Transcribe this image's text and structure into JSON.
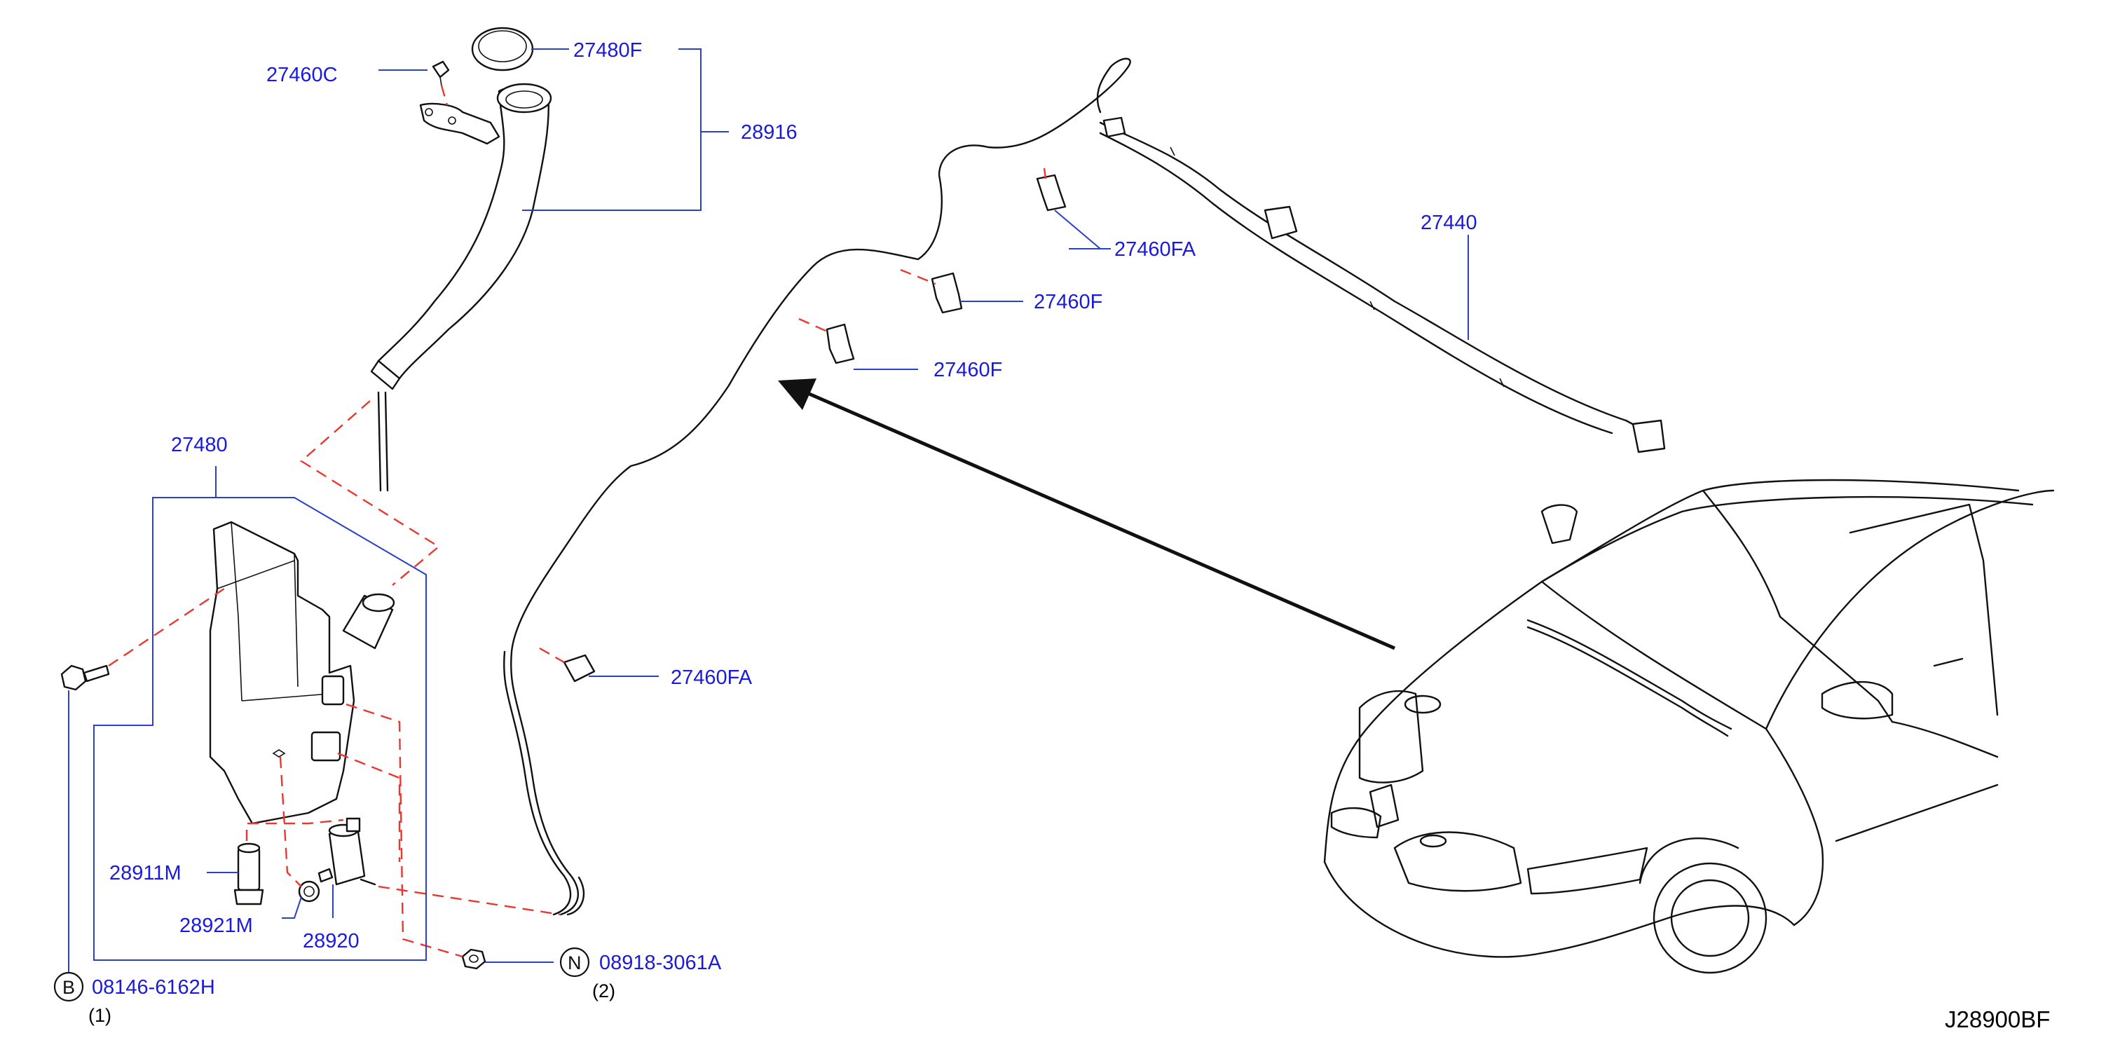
{
  "labels": {
    "p27460C": "27460C",
    "p27480F": "27480F",
    "p28916": "28916",
    "p27480": "27480",
    "p28911M": "28911M",
    "p28921M": "28921M",
    "p28920": "28920",
    "p27440": "27440",
    "p27460FA_top": "27460FA",
    "p27460F_a": "27460F",
    "p27460F_b": "27460F",
    "p27460FA_low": "27460FA"
  },
  "fasteners": {
    "bolt": {
      "symbol": "B",
      "part_no": "08146-6162H",
      "qty": "(1)"
    },
    "nut": {
      "symbol": "N",
      "part_no": "08918-3061A",
      "qty": "(2)"
    }
  },
  "diagram_code": "J28900BF",
  "colors": {
    "label": "#1a1adc",
    "leader": "#2b3fc8",
    "dashed_link": "#e8382f",
    "outline": "#111111"
  }
}
